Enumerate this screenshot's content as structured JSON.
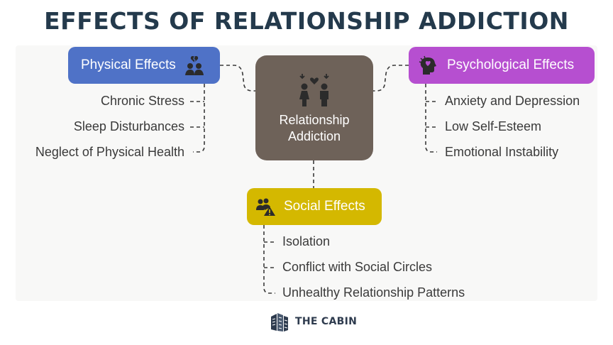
{
  "title": "EFFECTS OF RELATIONSHIP ADDICTION",
  "center": {
    "line1": "Relationship",
    "line2": "Addiction",
    "icon": "couple-heart-icon"
  },
  "physical": {
    "label": "Physical Effects",
    "icon": "broken-heart-couple-icon",
    "color": "#4f72c7",
    "items": [
      "Chronic Stress",
      "Sleep Disturbances",
      "Neglect of Physical Health"
    ]
  },
  "psychological": {
    "label": "Psychological Effects",
    "icon": "head-with-heart-icon",
    "color": "#b64fd0",
    "items": [
      "Anxiety and Depression",
      "Low Self-Esteem",
      "Emotional Instability"
    ]
  },
  "social": {
    "label": "Social Effects",
    "icon": "group-warning-icon",
    "color": "#d4b800",
    "items": [
      "Isolation",
      "Conflict with Social Circles",
      "Unhealthy Relationship Patterns"
    ]
  },
  "logo": {
    "text": "THE CABIN",
    "icon": "building-logo-icon"
  }
}
